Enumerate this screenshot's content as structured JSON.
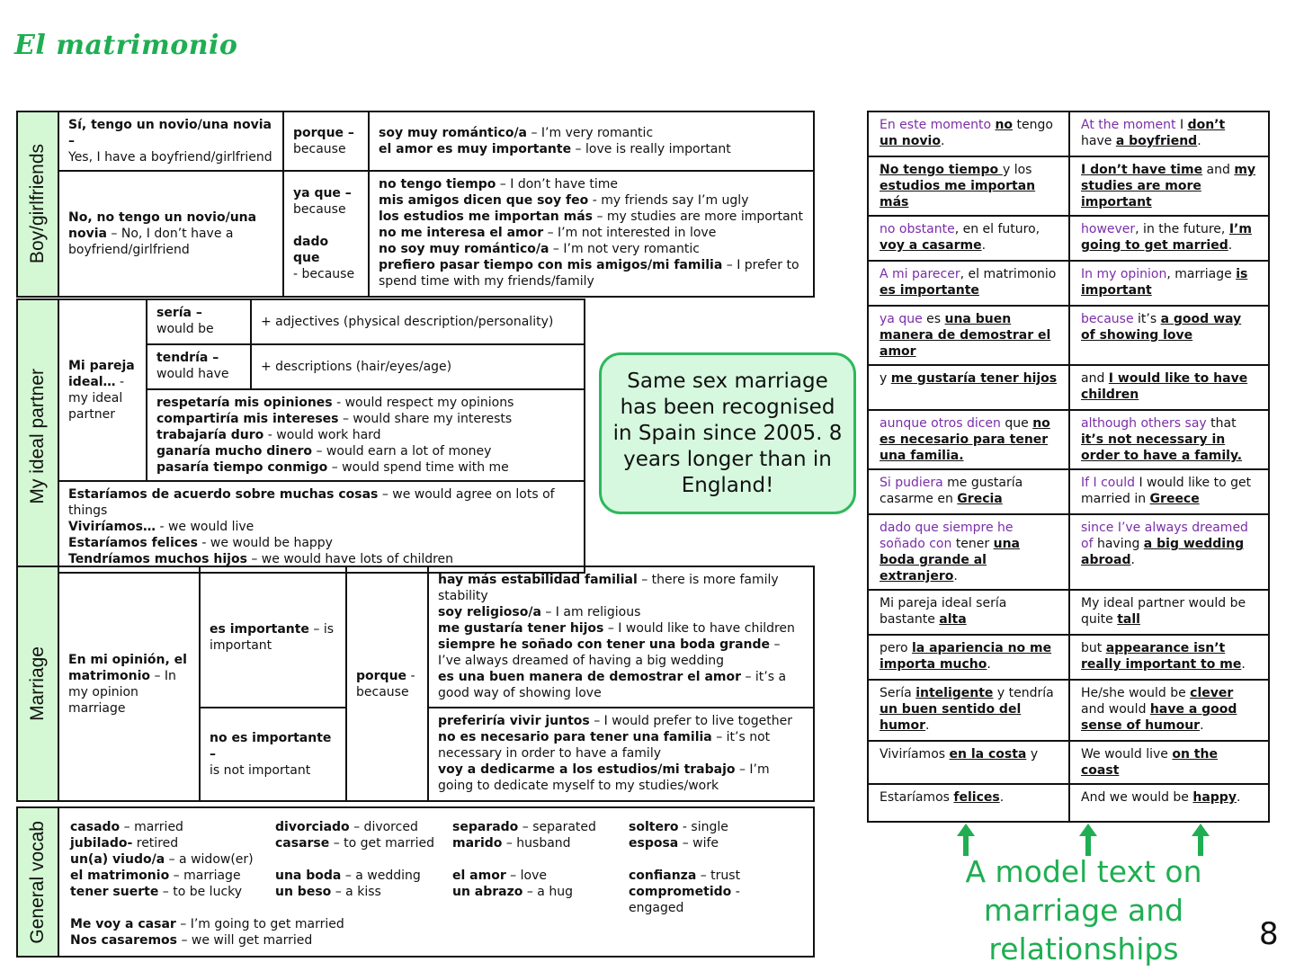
{
  "title": "El matrimonio",
  "boyfriends": {
    "side": "Boy/girlfriends",
    "yes_b": "Sí, tengo un novio/una novia –",
    "yes_t": "Yes, I have a boyfriend/girlfriend",
    "no_b": "No, no tengo un novio/una novia",
    "no_t": "– No, I don’t have a boyfriend/girlfriend",
    "porque_b": "porque –",
    "porque_t": "because",
    "yaque_b": "ya que –",
    "yaque_t": "because",
    "dadoque_b": "dado que",
    "dadoque_t": "- because",
    "reasons_yes": [
      {
        "b": "soy muy romántico/a",
        "t": " – I’m very romantic"
      },
      {
        "b": "el amor es muy importante",
        "t": " – love is really important"
      }
    ],
    "reasons_no": [
      {
        "b": "no tengo tiempo",
        "t": " – I don’t have time"
      },
      {
        "b": "mis amigos dicen que soy feo",
        "t": " - my friends say I’m ugly"
      },
      {
        "b": "los estudios me importan más",
        "t": " – my studies are more important"
      },
      {
        "b": "no me interesa el amor",
        "t": " – I’m not interested in love"
      },
      {
        "b": "no soy muy romántico/a",
        "t": " – I’m not very romantic"
      },
      {
        "b": "prefiero pasar tiempo con mis amigos/mi familia",
        "t": " – I prefer to spend time with my friends/family"
      }
    ]
  },
  "partner": {
    "side": "My ideal partner",
    "lead_b": "Mi pareja ideal…",
    "lead_t": " - my ideal partner",
    "seria_b": "sería –",
    "seria_t": "would be",
    "seria_desc": "+ adjectives (physical description/personality)",
    "tendria_b": "tendría –",
    "tendria_t": "would have",
    "tendria_desc": "+ descriptions (hair/eyes/age)",
    "verbs": [
      {
        "b": "respetaría mis opiniones",
        "t": " - would respect my opinions"
      },
      {
        "b": "compartiría mis intereses",
        "t": " – would share my interests"
      },
      {
        "b": "trabajaría duro",
        "t": " - would work hard"
      },
      {
        "b": "ganaría mucho dinero",
        "t": " – would earn a lot of money"
      },
      {
        "b": "pasaría tiempo conmigo",
        "t": " – would spend time with me"
      }
    ],
    "together": [
      {
        "b": "Estaríamos de acuerdo sobre muchas cosas",
        "t": " – we would agree on lots of things"
      },
      {
        "b": "Viviríamos…",
        "t": " - we would live"
      },
      {
        "b": "Estaríamos felices",
        "t": " - we would be happy"
      },
      {
        "b": "Tendríamos muchos hijos",
        "t": " – we would have lots of children"
      }
    ]
  },
  "marriage": {
    "side": "Marriage",
    "lead_b": "En mi opinión, el matrimonio",
    "lead_t": " – In my opinion marriage",
    "imp_b": "es importante",
    "imp_t": " – is important",
    "noimp_b": "no es importante –",
    "noimp_t": "is not important",
    "porque_b": "porque",
    "porque_t": " - because",
    "reasons_imp": [
      {
        "b": "hay más estabilidad familial",
        "t": " – there is more family stability"
      },
      {
        "b": "soy religioso/a",
        "t": " – I am religious"
      },
      {
        "b": "me gustaría tener hijos",
        "t": " – I would like to have children"
      },
      {
        "b": "siempre he soñado con tener una boda grande",
        "t": " – I’ve always dreamed of having a big wedding"
      },
      {
        "b": "es una buen manera de demostrar el amor",
        "t": " – it’s a good way of showing love"
      }
    ],
    "reasons_noimp": [
      {
        "b": "preferiría vivir juntos",
        "t": " – I would prefer to live together"
      },
      {
        "b": "no es necesario para tener una familia",
        "t": " – it’s not necessary in order to have a family"
      },
      {
        "b": "voy a dedicarme a los estudios/mi trabajo",
        "t": " – I’m going to dedicate myself to my studies/work"
      }
    ]
  },
  "vocab": {
    "side": "General vocab",
    "col1": [
      {
        "b": "casado",
        "t": " – married"
      },
      {
        "b": "jubilado-",
        "t": " retired"
      },
      {
        "b": "un(a) viudo/a",
        "t": " – a widow(er)"
      },
      {
        "b": "el matrimonio",
        "t": " – marriage"
      },
      {
        "b": "tener suerte",
        "t": " – to be lucky"
      }
    ],
    "col2": [
      {
        "b": "divorciado",
        "t": " – divorced"
      },
      {
        "b": "casarse",
        "t": " – to get married"
      },
      {
        "b": "",
        "t": ""
      },
      {
        "b": "una boda",
        "t": " – a wedding"
      },
      {
        "b": "un beso",
        "t": " – a kiss"
      }
    ],
    "col3": [
      {
        "b": "separado",
        "t": " – separated"
      },
      {
        "b": "marido",
        "t": " – husband"
      },
      {
        "b": "",
        "t": ""
      },
      {
        "b": "el amor",
        "t": " – love"
      },
      {
        "b": "un abrazo",
        "t": " – a hug"
      }
    ],
    "col4": [
      {
        "b": "soltero",
        "t": " - single"
      },
      {
        "b": "esposa",
        "t": " – wife"
      },
      {
        "b": "",
        "t": ""
      },
      {
        "b": "confianza",
        "t": " – trust"
      },
      {
        "b": "comprometido",
        "t": " - engaged"
      }
    ],
    "bottom": [
      {
        "b": "Me voy a casar",
        "t": " – I’m going to get married"
      },
      {
        "b": "Nos casaremos",
        "t": " – we will get married"
      }
    ]
  },
  "callout": "Same sex marriage has been recognised in Spain since 2005. 8 years longer than in England!",
  "model": {
    "rows": [
      {
        "es": [
          {
            "p": "En este momento "
          },
          {
            "u": "no"
          },
          {
            "n": " tengo "
          },
          {
            "u": "un novio"
          },
          {
            "n": "."
          }
        ],
        "en": [
          {
            "p": "At the moment "
          },
          {
            "n": "I "
          },
          {
            "u": "don’t"
          },
          {
            "n": " have "
          },
          {
            "u": "a boyfriend"
          },
          {
            "n": "."
          }
        ]
      },
      {
        "es": [
          {
            "u": "No tengo tiempo "
          },
          {
            "n": "y los "
          },
          {
            "u": "estudios me importan más"
          }
        ],
        "en": [
          {
            "u": "I don’t have time"
          },
          {
            "n": " and "
          },
          {
            "u": "my studies are more important"
          }
        ]
      },
      {
        "es": [
          {
            "p": "no obstante"
          },
          {
            "n": ", en el futuro, "
          },
          {
            "u": "voy a casarme"
          },
          {
            "n": "."
          }
        ],
        "en": [
          {
            "p": "however"
          },
          {
            "n": ", in the future, "
          },
          {
            "u": "I’m going to get married"
          },
          {
            "n": "."
          }
        ]
      },
      {
        "es": [
          {
            "p": "A mi parecer"
          },
          {
            "n": ", el matrimonio "
          },
          {
            "u": "es importante"
          }
        ],
        "en": [
          {
            "p": "In my opinion"
          },
          {
            "n": ", marriage "
          },
          {
            "u": "is important"
          }
        ]
      },
      {
        "es": [
          {
            "p": "ya que "
          },
          {
            "n": "es "
          },
          {
            "u": "una buen manera de demostrar el amor"
          }
        ],
        "en": [
          {
            "p": "because "
          },
          {
            "n": "it’s "
          },
          {
            "u": "a good way of showing love"
          }
        ]
      },
      {
        "es": [
          {
            "n": "y "
          },
          {
            "u": "me gustaría tener hijos"
          }
        ],
        "en": [
          {
            "n": "and "
          },
          {
            "u": "I would like to have children"
          }
        ]
      },
      {
        "es": [
          {
            "p": "aunque otros dicen "
          },
          {
            "n": "que "
          },
          {
            "u": "no es necesario para tener una familia."
          }
        ],
        "en": [
          {
            "p": "although others say "
          },
          {
            "n": "that "
          },
          {
            "u": "it’s not necessary in order to have a family."
          }
        ]
      },
      {
        "es": [
          {
            "p": "Si pudiera "
          },
          {
            "n": "me gustaría casarme en "
          },
          {
            "u": "Grecia"
          }
        ],
        "en": [
          {
            "p": "If I could "
          },
          {
            "n": "I would like to get married in "
          },
          {
            "u": "Greece"
          }
        ]
      },
      {
        "es": [
          {
            "p": "dado que siempre he soñado con "
          },
          {
            "n": "tener "
          },
          {
            "u": "una boda grande al extranjero"
          },
          {
            "n": "."
          }
        ],
        "en": [
          {
            "p": "since I’ve always dreamed of "
          },
          {
            "n": "having "
          },
          {
            "u": "a big wedding abroad"
          },
          {
            "n": "."
          }
        ]
      },
      {
        "es": [
          {
            "n": "Mi pareja ideal sería bastante "
          },
          {
            "u": "alta"
          }
        ],
        "en": [
          {
            "n": "My ideal partner would be quite "
          },
          {
            "u": "tall"
          }
        ]
      },
      {
        "es": [
          {
            "n": "pero "
          },
          {
            "u": "la apariencia no me importa mucho"
          },
          {
            "n": "."
          }
        ],
        "en": [
          {
            "n": "but "
          },
          {
            "u": "appearance isn’t really important to me"
          },
          {
            "n": "."
          }
        ]
      },
      {
        "es": [
          {
            "n": "Sería "
          },
          {
            "u": "inteligente"
          },
          {
            "n": " y tendría "
          },
          {
            "u": "un buen sentido del humor"
          },
          {
            "n": "."
          }
        ],
        "en": [
          {
            "n": "He/she would be "
          },
          {
            "u": "clever"
          },
          {
            "n": " and would "
          },
          {
            "u": "have a good sense of humour"
          },
          {
            "n": "."
          }
        ]
      },
      {
        "es": [
          {
            "n": "Viviríamos "
          },
          {
            "u": "en la costa"
          },
          {
            "n": " y"
          }
        ],
        "en": [
          {
            "n": "We would live "
          },
          {
            "u": "on the coast"
          }
        ]
      },
      {
        "es": [
          {
            "n": "Estaríamos "
          },
          {
            "u": "felices"
          },
          {
            "n": "."
          }
        ],
        "en": [
          {
            "n": "And we would be "
          },
          {
            "u": "happy"
          },
          {
            "n": "."
          }
        ]
      }
    ]
  },
  "model_caption": "A model text on marriage and relationships",
  "page_number": "8",
  "colors": {
    "green": "#1fae52",
    "side_bg": "#d4f7d4",
    "purple": "#7a2ea8",
    "callout_bg": "#d6f8df"
  }
}
